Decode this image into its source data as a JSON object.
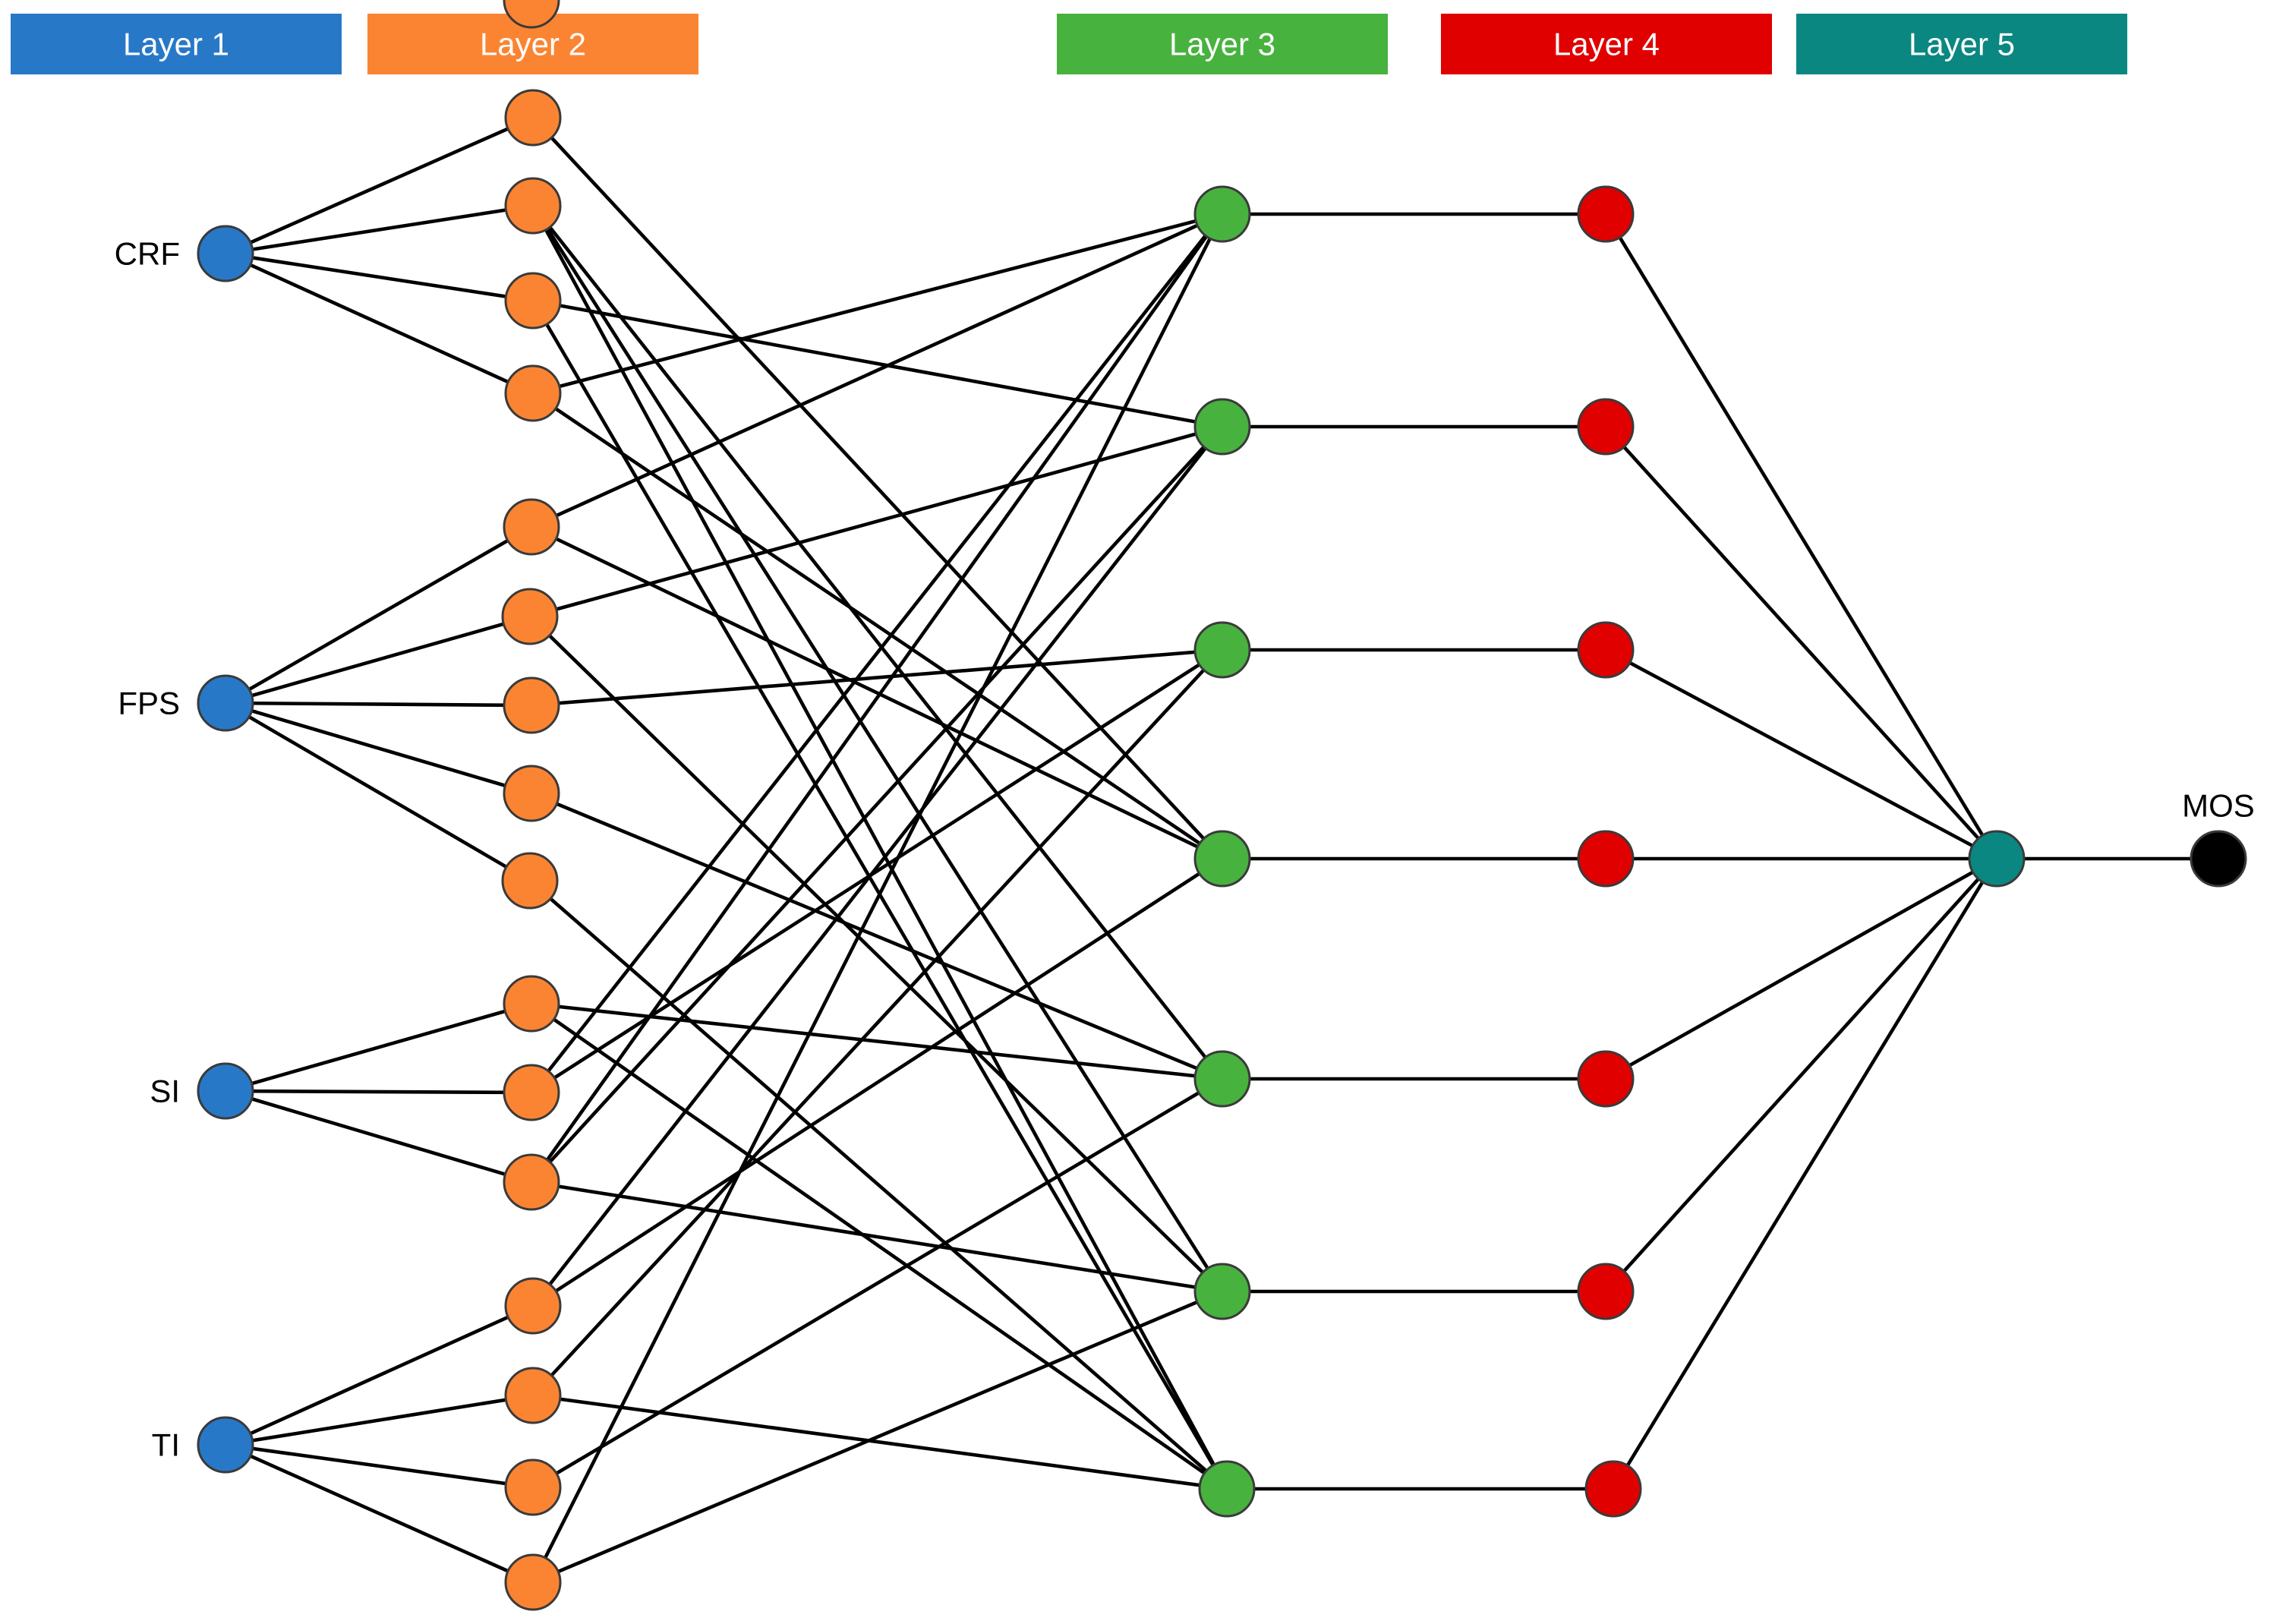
{
  "layers": [
    {
      "label": "Layer 1",
      "color": "#2878c8"
    },
    {
      "label": "Layer 2",
      "color": "#fb8432"
    },
    {
      "label": "Layer 3",
      "color": "#48b23f"
    },
    {
      "label": "Layer 4",
      "color": "#e00000"
    },
    {
      "label": "Layer 5",
      "color": "#0b8781"
    }
  ],
  "input_labels": [
    "CRF",
    "FPS",
    "SI",
    "TI"
  ],
  "output_label": "MOS",
  "output_color": "#000000",
  "layer_sizes": [
    4,
    17,
    7,
    7,
    1,
    1
  ],
  "connections": {
    "layer1_to_layer2": [
      [
        0,
        0
      ],
      [
        0,
        1
      ],
      [
        0,
        2
      ],
      [
        0,
        3
      ],
      [
        1,
        4
      ],
      [
        1,
        5
      ],
      [
        1,
        6
      ],
      [
        1,
        7
      ],
      [
        1,
        8
      ],
      [
        2,
        9
      ],
      [
        2,
        10
      ],
      [
        2,
        11
      ],
      [
        3,
        12
      ],
      [
        3,
        13
      ],
      [
        3,
        14
      ],
      [
        3,
        15
      ]
    ],
    "layer2_to_layer3": [
      [
        0,
        3
      ],
      [
        1,
        4
      ],
      [
        1,
        5
      ],
      [
        1,
        6
      ],
      [
        2,
        1
      ],
      [
        2,
        6
      ],
      [
        3,
        0
      ],
      [
        3,
        3
      ],
      [
        4,
        0
      ],
      [
        4,
        3
      ],
      [
        5,
        1
      ],
      [
        5,
        5
      ],
      [
        6,
        2
      ],
      [
        7,
        4
      ],
      [
        8,
        6
      ],
      [
        9,
        4
      ],
      [
        9,
        6
      ],
      [
        10,
        0
      ],
      [
        10,
        2
      ],
      [
        11,
        0
      ],
      [
        11,
        1
      ],
      [
        11,
        5
      ],
      [
        12,
        1
      ],
      [
        12,
        3
      ],
      [
        13,
        2
      ],
      [
        13,
        6
      ],
      [
        14,
        4
      ],
      [
        15,
        0
      ],
      [
        15,
        5
      ]
    ],
    "layer3_to_layer4": [
      [
        0,
        0
      ],
      [
        1,
        1
      ],
      [
        2,
        2
      ],
      [
        3,
        3
      ],
      [
        4,
        4
      ],
      [
        5,
        5
      ],
      [
        6,
        6
      ]
    ],
    "layer4_to_layer5": [
      [
        0,
        0
      ],
      [
        1,
        0
      ],
      [
        2,
        0
      ],
      [
        3,
        0
      ],
      [
        4,
        0
      ],
      [
        5,
        0
      ],
      [
        6,
        0
      ]
    ],
    "layer5_to_output": [
      [
        0,
        0
      ]
    ]
  }
}
